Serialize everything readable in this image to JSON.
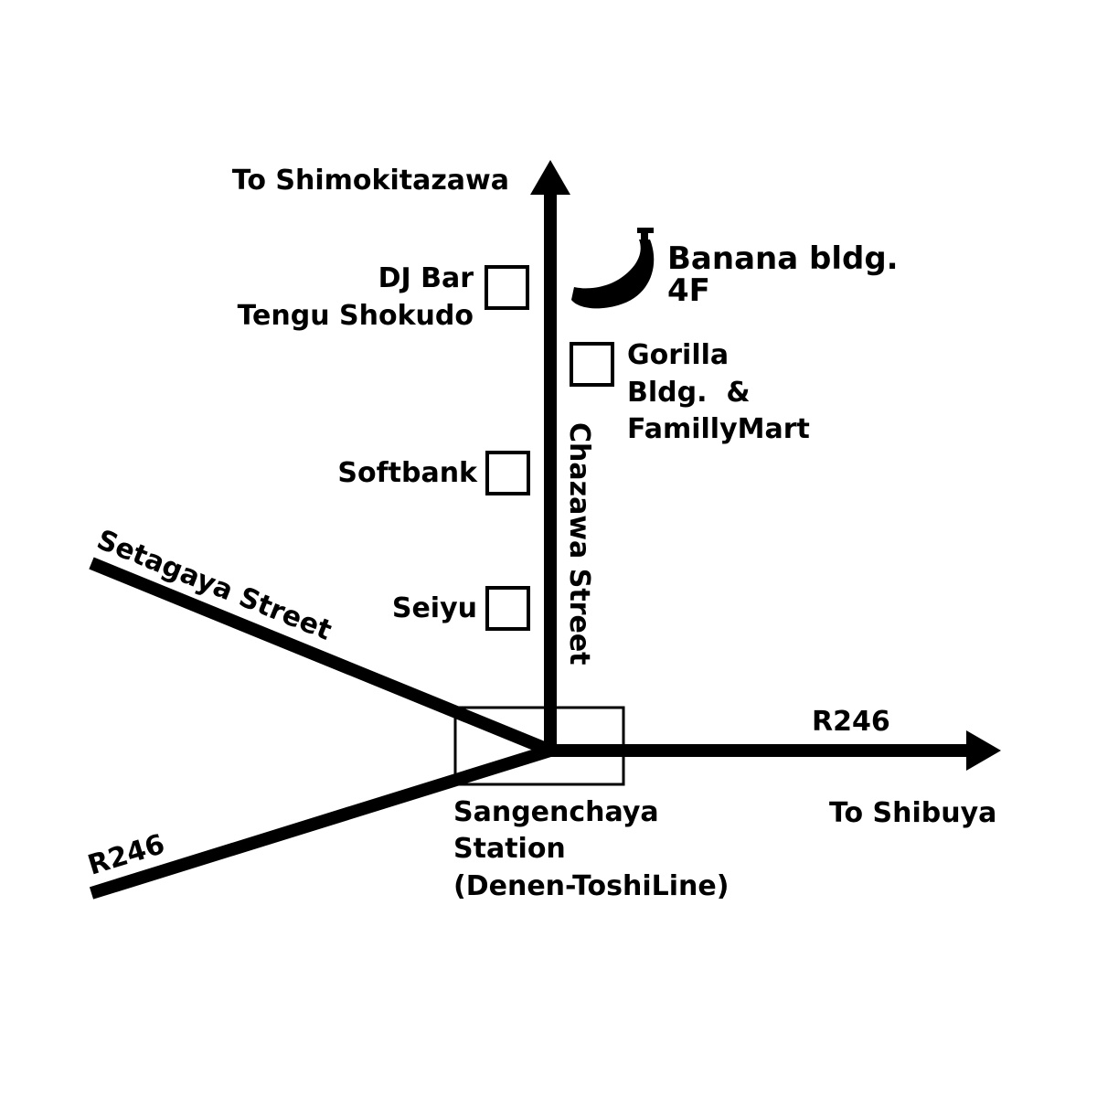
{
  "map": {
    "labels": {
      "north_direction": "To Shimokitazawa",
      "east_direction": "To Shibuya",
      "banana_line1": "Banana bldg.",
      "banana_line2": "4F",
      "djbar_line1": "DJ Bar",
      "djbar_line2": "Tengu Shokudo",
      "gorilla_line1": "Gorilla",
      "gorilla_line2": "Bldg.  &",
      "gorilla_line3": "FamillyMart",
      "softbank": "Softbank",
      "seiyu": "Seiyu",
      "chazawa_street": "Chazawa Street",
      "setagaya_street": "Setagaya Street",
      "r246_east": "R246",
      "r246_southwest": "R246",
      "station_line1": "Sangenchaya",
      "station_line2": "Station",
      "station_line3": "(Denen-ToshiLine)"
    },
    "icons": {
      "banana": "banana-icon",
      "landmark": "square-landmark-icon",
      "arrow": "arrow-head-icon"
    },
    "colors": {
      "ink": "#000000",
      "background": "#ffffff"
    }
  }
}
